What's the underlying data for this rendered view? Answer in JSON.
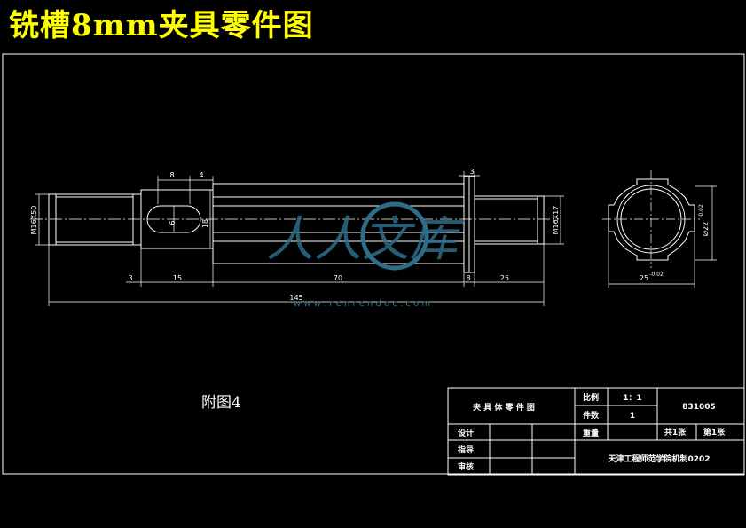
{
  "title": "铣槽8mm夹具零件图",
  "note": "附图4",
  "watermark": {
    "text": "人人文库",
    "url": "w w w . r e n r e n d o c . c o m"
  },
  "dimensions": {
    "d8": "8",
    "d4": "4",
    "d3top": "3",
    "d6": "6",
    "d18": "18",
    "d3": "3",
    "d15": "15",
    "d70": "70",
    "d8b": "8",
    "d25": "25",
    "d145": "145",
    "m50": "M16X50",
    "m17": "M16X17",
    "dia": "Ø22",
    "tol1": "-0.02",
    "side25": "25",
    "tol2": "-0.02"
  },
  "title_block": {
    "part_name": "夹 具 体 零 件 图",
    "scale_label": "比例",
    "scale_value": "1：1",
    "qty_label": "件数",
    "qty_value": "1",
    "drawing_no": "831005",
    "design_label": "设计",
    "weight_label": "重量",
    "sheets_total": "共1张",
    "sheet_no": "第1张",
    "guide_label": "指导",
    "review_label": "审核",
    "school": "天津工程师范学院机制0202"
  },
  "colors": {
    "title": "#ffff00",
    "lines": "#ffffff",
    "watermark": "#2e6d8a"
  }
}
